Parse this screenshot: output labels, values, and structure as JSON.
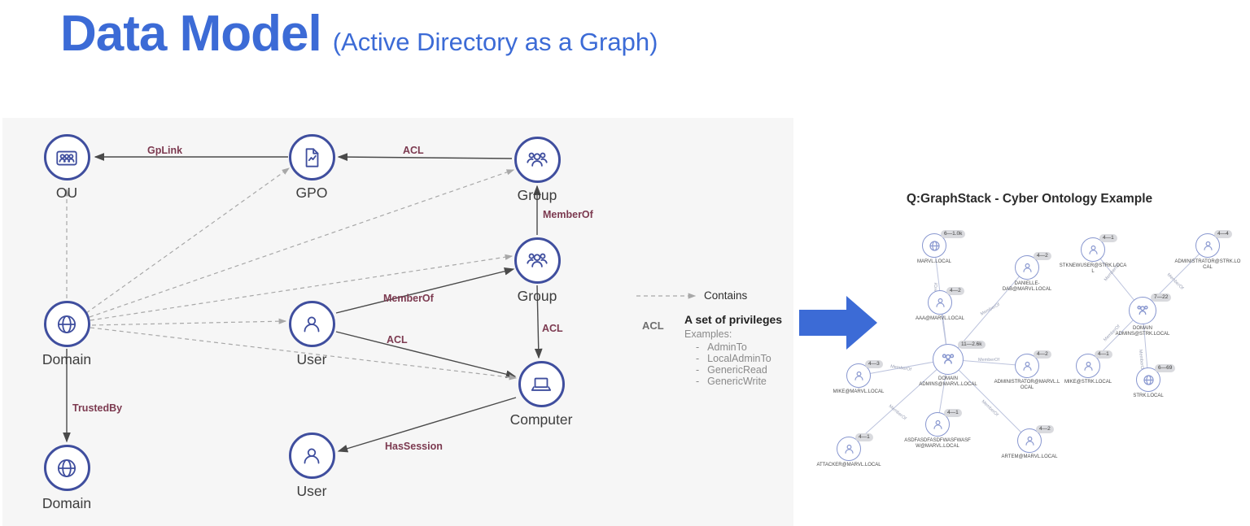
{
  "slide": {
    "title": "Data Model",
    "subtitle": "(Active Directory as a Graph)"
  },
  "left_diagram": {
    "nodes": [
      {
        "label": "OU"
      },
      {
        "label": "GPO"
      },
      {
        "label": "Group"
      },
      {
        "label": "Group"
      },
      {
        "label": "Domain"
      },
      {
        "label": "User"
      },
      {
        "label": "Computer"
      },
      {
        "label": "Domain"
      },
      {
        "label": "User"
      }
    ],
    "edge_labels": {
      "gplink": "GpLink",
      "acl_group_gpo": "ACL",
      "memberof_group_group": "MemberOf",
      "memberof_user_group": "MemberOf",
      "acl_user_computer": "ACL",
      "acl_group_computer": "ACL",
      "trustedby": "TrustedBy",
      "hassession": "HasSession"
    },
    "legend": {
      "contains": "Contains",
      "acl": "ACL",
      "acl_title": "A set of privileges",
      "examples_label": "Examples:",
      "examples": [
        "AdminTo",
        "LocalAdminTo",
        "GenericRead",
        "GenericWrite"
      ]
    }
  },
  "right_graph": {
    "title": "Q:GraphStack - Cyber Ontology Example",
    "edge_label": "MemberOf",
    "nodes": [
      {
        "label": "MARVL.LOCAL",
        "badge": "6—1.0k"
      },
      {
        "label": "DANIELLE-DAB@MARVL.LOCAL",
        "badge": "4—2"
      },
      {
        "label": "AAA@MARVL.LOCAL",
        "badge": "4—2"
      },
      {
        "label": "STKNEWUSER@STRK.LOCAL",
        "badge": "4—1"
      },
      {
        "label": "ADMINISTRATOR@STRK.LOCAL",
        "badge": "4—4"
      },
      {
        "label": "DOMAIN ADMINS@STRK.LOCAL",
        "badge": "7—22"
      },
      {
        "label": "DOMAIN ADMINS@MARVL.LOCAL",
        "badge": "11—2.6k"
      },
      {
        "label": "ADMINISTRATOR@MARVL.LOCAL",
        "badge": "4—2"
      },
      {
        "label": "MIKE@STRK.LOCAL",
        "badge": "4—1"
      },
      {
        "label": "STRK.LOCAL",
        "badge": "6—69"
      },
      {
        "label": "MIKE@MARVL.LOCAL",
        "badge": "4—3"
      },
      {
        "label": "ATTACKER@MARVL.LOCAL",
        "badge": "4—1"
      },
      {
        "label": "ASDFASDFASDFWASFWASFW@MARVL.LOCAL",
        "badge": "4—1"
      },
      {
        "label": "ARTEM@MARVL.LOCAL",
        "badge": "4—2"
      }
    ]
  }
}
